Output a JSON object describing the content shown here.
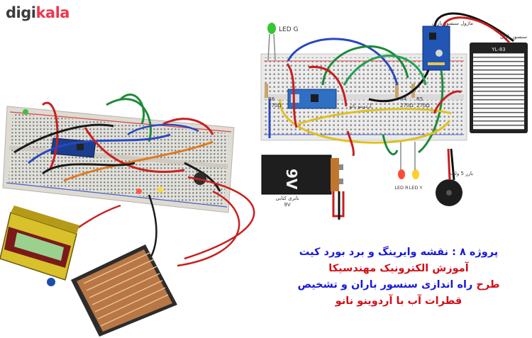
{
  "logo": {
    "part1": "digi",
    "part2": "kala"
  },
  "colors": {
    "brand_red": "#ee384e",
    "caption_blue": "#1a1ad8",
    "caption_red": "#d0101a"
  },
  "diagram": {
    "led_green": "LED G",
    "rain_module": "ماژول سنسور باران",
    "rain_sensor": "سنسور باران",
    "sensor_code": "YL-83",
    "r6": "R6",
    "r6_value": "270Ω",
    "r4": "R4",
    "r4_value": "270Ω",
    "r5": "R5",
    "r5_value": "270Ω",
    "arduino": "آردوینو نانو",
    "battery_label_fa": "باتری کتابی",
    "battery_label_v": "9V",
    "battery_big": "9V",
    "led_r": "LED R",
    "led_y": "LED Y",
    "buzzer": "بازر 5 ولت"
  },
  "caption": {
    "line1": "پروژه ۸ : نقشه وایرینگ و برد بورد کیت",
    "line2": "آموزش الکترونیک مهندسیکا",
    "line3_red": "طرح",
    "line3_rest": " راه اندازی سنسور باران و تشخیص",
    "line4": "قطرات آب  با آردوینو نانو"
  }
}
